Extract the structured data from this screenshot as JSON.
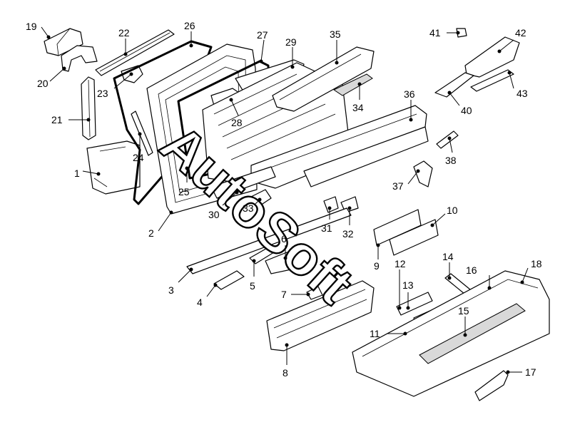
{
  "watermark": "AutoSoft",
  "callouts": [
    "19",
    "20",
    "21",
    "1",
    "22",
    "23",
    "24",
    "25",
    "26",
    "27",
    "28",
    "29",
    "2",
    "30",
    "35",
    "34",
    "36",
    "38",
    "37",
    "41",
    "42",
    "40",
    "43",
    "10",
    "31",
    "32",
    "33",
    "3",
    "4",
    "5",
    "6",
    "7",
    "8",
    "9",
    "11",
    "12",
    "13",
    "14",
    "15",
    "16",
    "17",
    "18"
  ],
  "chart_data": {
    "type": "diagram",
    "callouts": [
      "1",
      "2",
      "3",
      "4",
      "5",
      "6",
      "7",
      "8",
      "9",
      "10",
      "11",
      "12",
      "13",
      "14",
      "15",
      "16",
      "17",
      "18",
      "19",
      "20",
      "21",
      "22",
      "23",
      "24",
      "25",
      "26",
      "27",
      "28",
      "29",
      "30",
      "31",
      "32",
      "33",
      "34",
      "35",
      "36",
      "37",
      "38",
      "40",
      "41",
      "42",
      "43"
    ]
  }
}
